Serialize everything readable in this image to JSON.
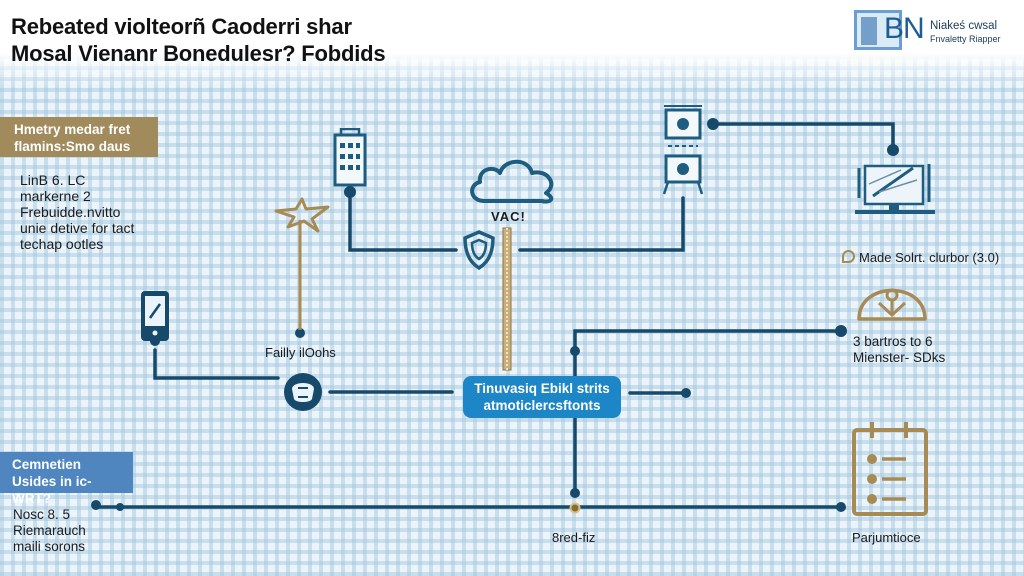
{
  "header": {
    "title_line1": "Rebeated violteorñ Caoderri shar",
    "title_line2": "Mosal Vienanr Bonedulesr? Fobdids"
  },
  "logo": {
    "letters": "BN",
    "line1": "Niakeś cwsal",
    "line2": "Fnvaletty Riapper"
  },
  "panels": {
    "gold_tag": {
      "line1": "Hmetry medar fret",
      "line2": "flamins:Smo daus"
    },
    "left_note": [
      "LinB 6. LC",
      "markerne 2",
      "Frebuidde.nvitto",
      "unie detive for tact",
      "techap ootles"
    ],
    "blue_tag": {
      "line1": "Cemnetien",
      "line2": "Usides in ic-WRT?"
    },
    "bottom_note": [
      "Nosc 8. 5",
      "Riemarauch",
      "maili sorons"
    ]
  },
  "nodes": {
    "central": {
      "line1": "Tinuvasiq Ebikl strits",
      "line2": "atmoticlercsftonts"
    },
    "cloud_label": "VAC!",
    "hub_label": "Failly ilOohs",
    "right_top_label": "Made Solrt. clurbor (3.0)",
    "right_mid_label_line1": "3 bartros to 6",
    "right_mid_label_line2": "Mienster- SDks",
    "bottom_center_label": "8red-fiz",
    "checklist_label": "Parjumtioce"
  },
  "colors": {
    "wire": "#17496a",
    "gold": "#a68b55",
    "accent_blue": "#1d86c6",
    "tag_blue": "#4f86bf",
    "tag_gold": "#a18a5c"
  }
}
